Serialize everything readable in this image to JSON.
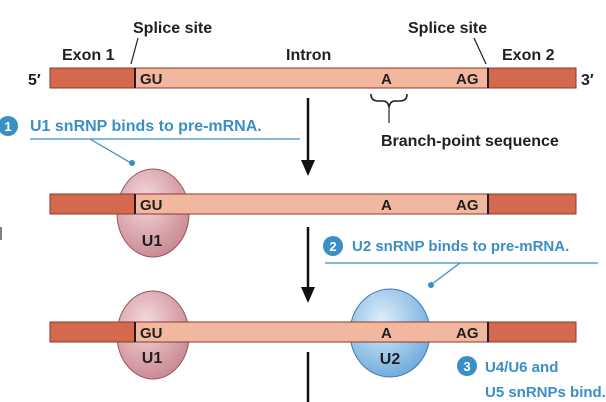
{
  "top_labels": {
    "splice_site_left": "Splice site",
    "splice_site_right": "Splice site",
    "exon1": "Exon 1",
    "intron": "Intron",
    "exon2": "Exon 2",
    "five_prime": "5′",
    "three_prime": "3′",
    "branch_point": "Branch-point sequence"
  },
  "sequence": {
    "gu": "GU",
    "a": "A",
    "ag": "AG"
  },
  "steps": [
    {
      "number": "1",
      "text": "U1 snRNP binds to pre-mRNA."
    },
    {
      "number": "2",
      "text": "U2 snRNP binds to pre-mRNA."
    },
    {
      "number": "3",
      "text_line1": "U4/U6 and",
      "text_line2": "U5 snRNPs bind."
    }
  ],
  "particles": {
    "u1": "U1",
    "u2": "U2"
  },
  "colors": {
    "exon": "#d4694f",
    "intron": "#f1b89f",
    "u1_fill": "#d99aa3",
    "u2_fill": "#8dbfe8",
    "step_blue": "#3a8fc4",
    "arrow": "#111111"
  }
}
